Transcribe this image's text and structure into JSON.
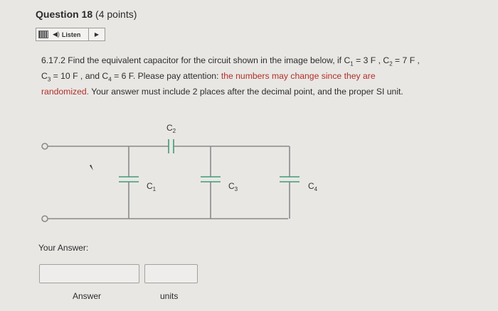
{
  "question": {
    "title": "Question 18",
    "points": "(4 points)"
  },
  "listen": {
    "label": "Listen"
  },
  "prompt": {
    "part1": "6.17.2 Find the equivalent capacitor for the circuit shown in the image below, if C",
    "s1": "1",
    "part2": " = 3 F , C",
    "s2": "2",
    "part3": " = 7 F , C",
    "s3": "3",
    "part4": " = 10 F , and C",
    "s4": "4",
    "part5": " = 6 F. Please pay attention: ",
    "warning": "the numbers may change since they are randomized.",
    "part6": " Your answer must include 2 places after the decimal point, and the proper SI unit."
  },
  "circuit": {
    "labels": {
      "c1": "C",
      "c1_sub": "1",
      "c2": "C",
      "c2_sub": "2",
      "c3": "C",
      "c3_sub": "3",
      "c4": "C",
      "c4_sub": "4"
    }
  },
  "answer": {
    "your_answer_label": "Your Answer:",
    "answer_value": "",
    "units_value": "",
    "answer_label": "Answer",
    "units_label": "units"
  },
  "colors": {
    "wire": "#8a8a8a",
    "capacitor": "#3f9a7a",
    "warning_text": "#b0302a"
  }
}
